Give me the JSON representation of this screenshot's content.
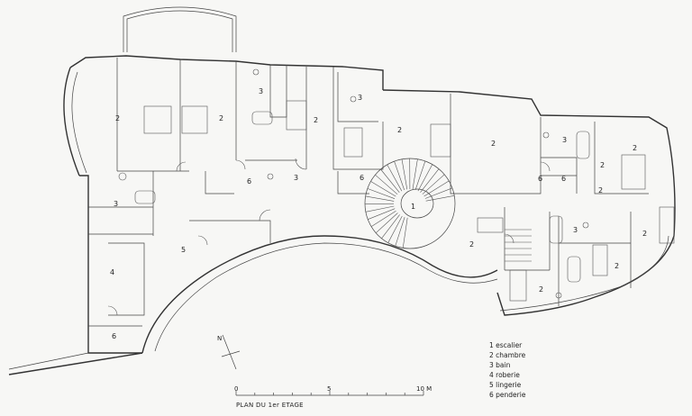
{
  "rooms": [
    {
      "num": "2"
    },
    {
      "num": "2"
    },
    {
      "num": "3"
    },
    {
      "num": "2"
    },
    {
      "num": "3"
    },
    {
      "num": "2"
    },
    {
      "num": "2"
    },
    {
      "num": "3"
    },
    {
      "num": "2"
    },
    {
      "num": "6"
    },
    {
      "num": "3"
    },
    {
      "num": "3"
    },
    {
      "num": "6"
    },
    {
      "num": "1"
    },
    {
      "num": "6"
    },
    {
      "num": "6"
    },
    {
      "num": "2"
    },
    {
      "num": "2"
    },
    {
      "num": "3"
    },
    {
      "num": "2"
    },
    {
      "num": "5"
    },
    {
      "num": "4"
    },
    {
      "num": "2"
    },
    {
      "num": "2"
    },
    {
      "num": "6"
    },
    {
      "num": "2"
    }
  ],
  "legend": [
    "1 escalier",
    "2 chambre",
    "3 bain",
    "4 roberie",
    "5 lingerie",
    "6 penderie"
  ],
  "scale": {
    "ticks": [
      "0",
      "5",
      "10 M"
    ]
  },
  "title": "PLAN DU 1er ETAGE",
  "north_label": "N"
}
